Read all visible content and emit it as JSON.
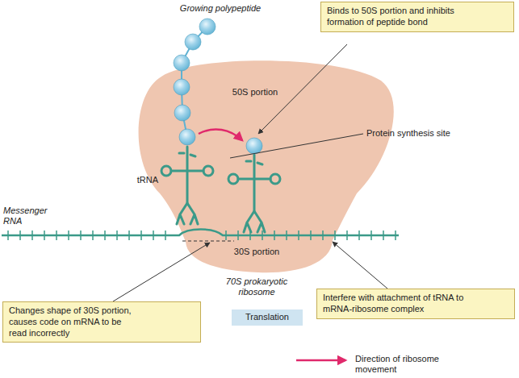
{
  "diagram": {
    "nodes": [
      {
        "text": [
          "Binds to 50S portion and inhibits formation of peptide bond"
        ]
      },
      {
        "text": [
          "Changes shape of 30S portion, causes code on mRNA to be read incorrectly"
        ]
      },
      {
        "text": [
          "Interfere with attachment of tRNA to mRNA-ribosome complex"
        ]
      },
      {
        "text": [
          "Translation"
        ]
      }
    ],
    "labels": [
      "Growing polypeptide",
      "50S portion",
      "Protein synthesis site",
      "tRNA",
      "Messenger RNA",
      "30S portion",
      "70S prokaryotic ribosome"
    ],
    "legend": [
      {
        "text": "Direction of ribosome movement"
      }
    ]
  }
}
